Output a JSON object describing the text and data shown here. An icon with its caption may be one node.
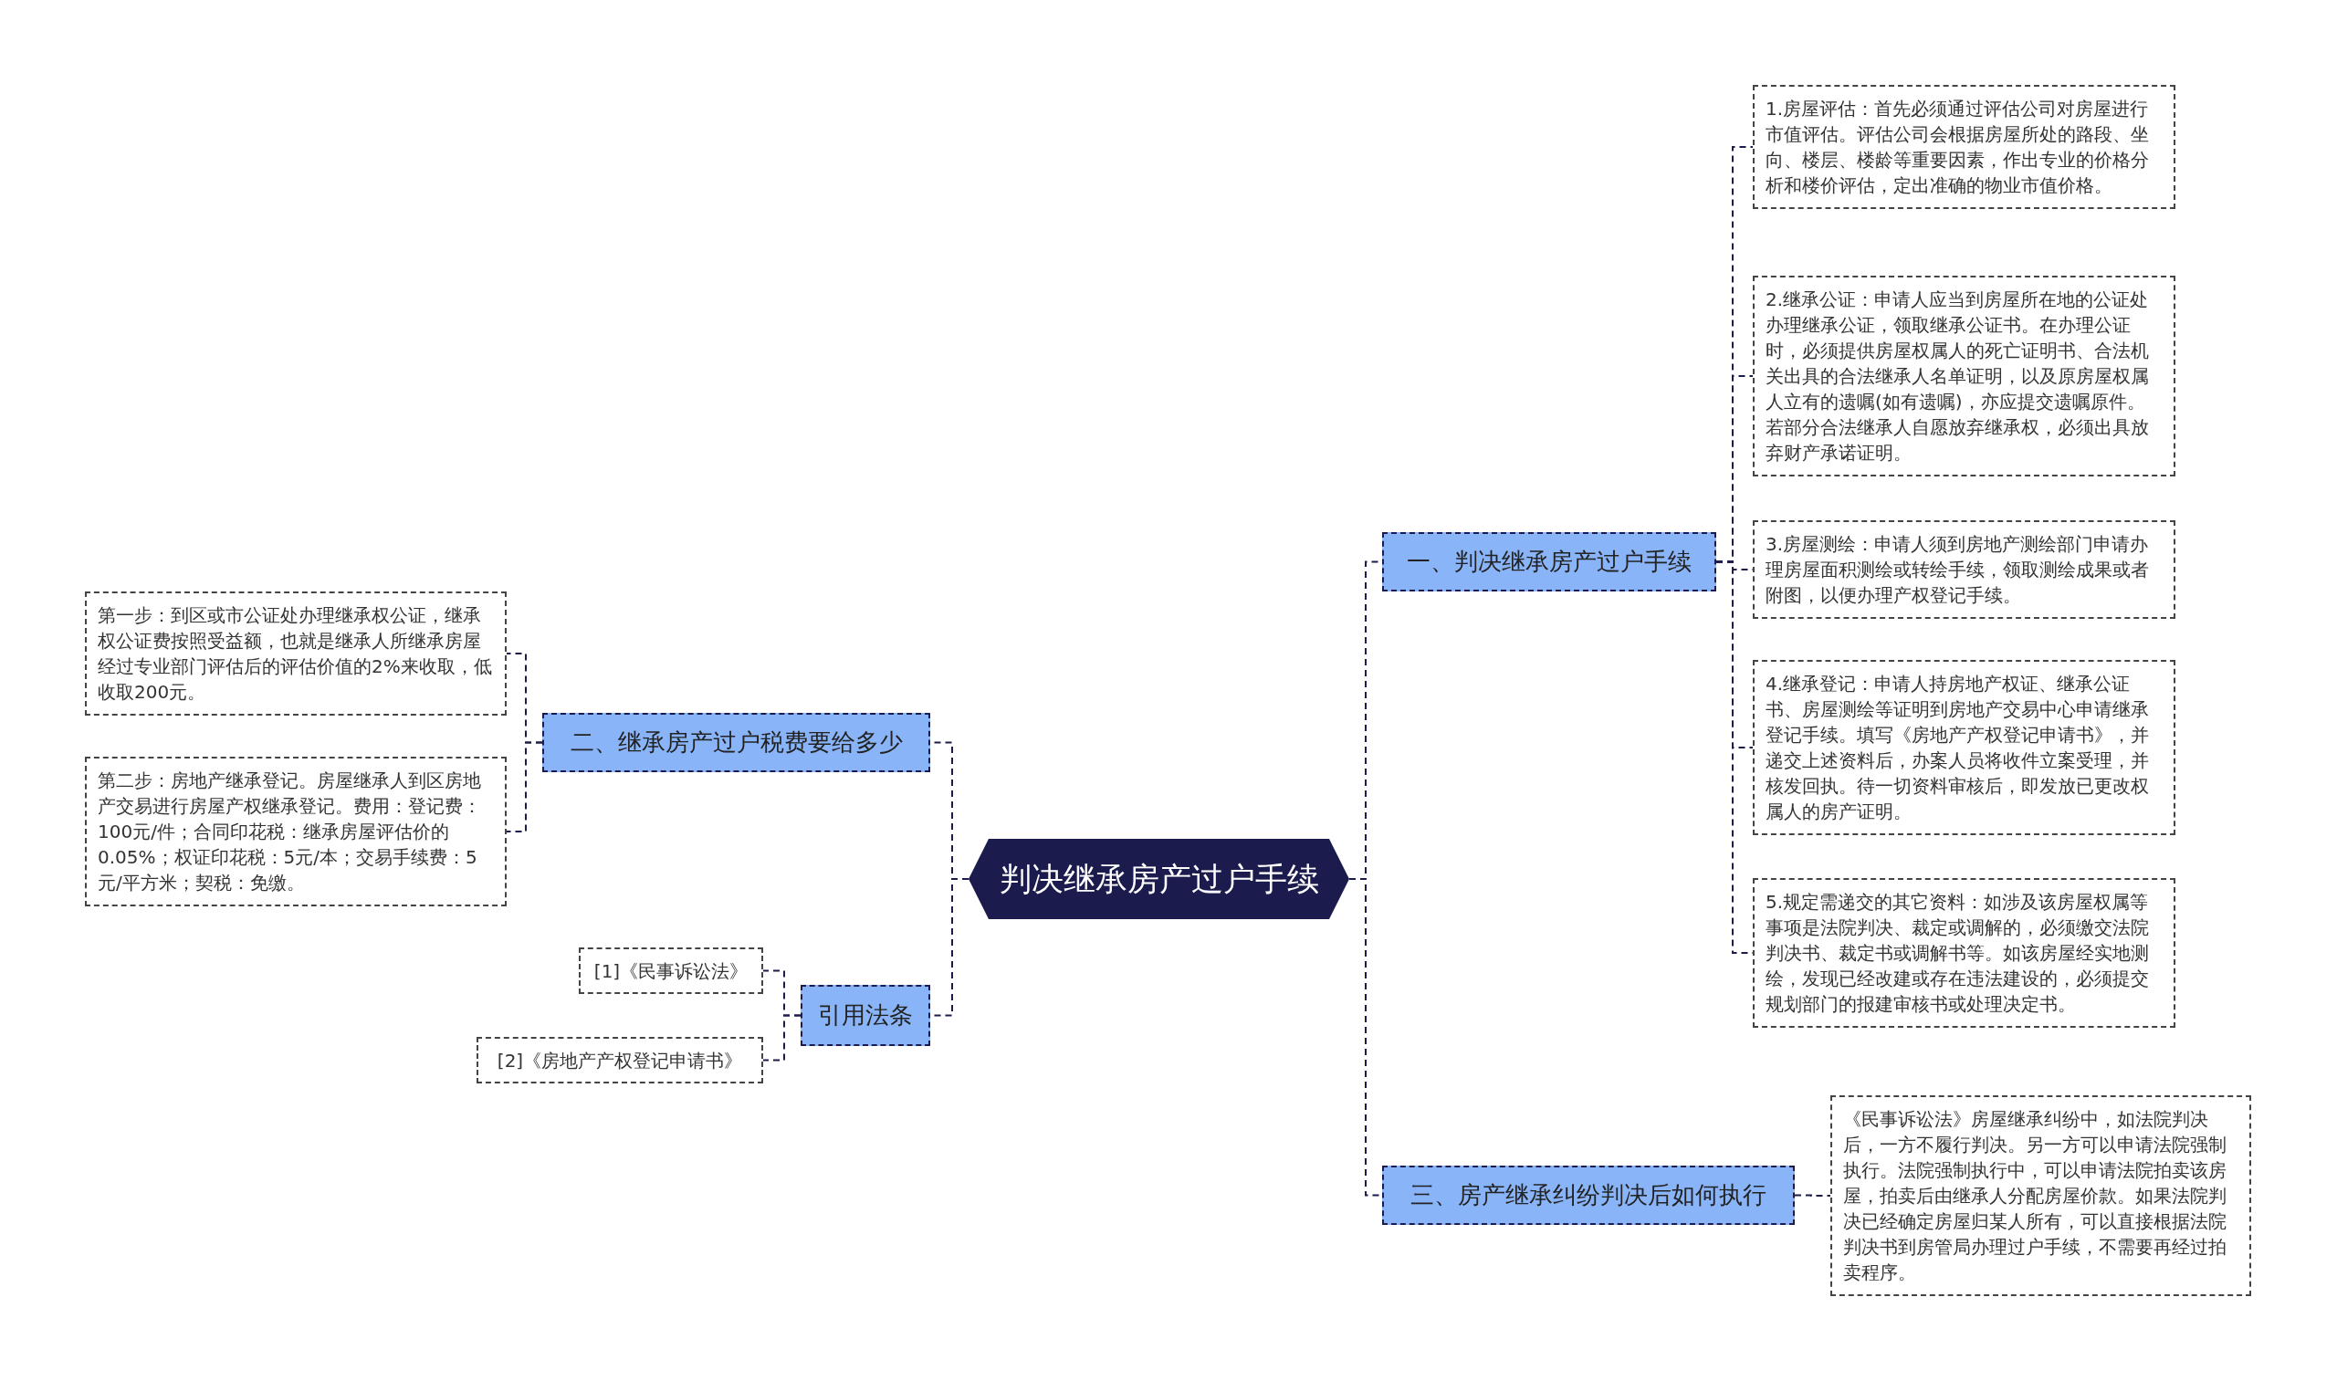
{
  "diagram": {
    "nodes": [
      {
        "text": [
          "判决继承房产过户手续"
        ]
      },
      {
        "text": [
          "一、判决继承房产过户手续"
        ]
      },
      {
        "text": [
          "1.房屋评估：首先必须通过评估公司对房屋进行市值评估。评估公司会根据房屋所处的路段、坐向、楼层、楼龄等重要因素，作出专业的价格分析和楼价评估，定出准确的物业市值价格。"
        ]
      },
      {
        "text": [
          "2.继承公证：申请人应当到房屋所在地的公证处办理继承公证，领取继承公证书。在办理公证时，必须提供房屋权属人的死亡证明书、合法机关出具的合法继承人名单证明，以及原房屋权属人立有的遗嘱(如有遗嘱)，亦应提交遗嘱原件。若部分合法继承人自愿放弃继承权，必须出具放弃财产承诺证明。"
        ]
      },
      {
        "text": [
          "3.房屋测绘：申请人须到房地产测绘部门申请办理房屋面积测绘或转绘手续，领取测绘成果或者附图，以便办理产权登记手续。"
        ]
      },
      {
        "text": [
          "4.继承登记：申请人持房地产权证、继承公证书、房屋测绘等证明到房地产交易中心申请继承登记手续。填写《房地产产权登记申请书》，并递交上述资料后，办案人员将收件立案受理，并核发回执。待一切资料审核后，即发放已更改权属人的房产证明。"
        ]
      },
      {
        "text": [
          "5.规定需递交的其它资料：如涉及该房屋权属等事项是法院判决、裁定或调解的，必须缴交法院判决书、裁定书或调解书等。如该房屋经实地测绘，发现已经改建或存在违法建设的，必须提交规划部门的报建审核书或处理决定书。"
        ]
      },
      {
        "text": [
          "二、继承房产过户税费要给多少"
        ]
      },
      {
        "text": [
          "第一步：到区或市公证处办理继承权公证，继承权公证费按照受益额，也就是继承人所继承房屋经过专业部门评估后的评估价值的2%来收取，低收取200元。"
        ]
      },
      {
        "text": [
          "第二步：房地产继承登记。房屋继承人到区房地产交易进行房屋产权继承登记。费用：登记费：100元/件；合同印花税：继承房屋评估价的0.05%；权证印花税：5元/本；交易手续费：5元/平方米；契税：免缴。"
        ]
      },
      {
        "text": [
          "引用法条"
        ]
      },
      {
        "text": [
          "[1]《民事诉讼法》"
        ]
      },
      {
        "text": [
          "[2]《房地产产权登记申请书》"
        ]
      },
      {
        "text": [
          "三、房产继承纠纷判决后如何执行"
        ]
      },
      {
        "text": [
          "《民事诉讼法》房屋继承纠纷中，如法院判决后，一方不履行判决。另一方可以申请法院强制执行。法院强制执行中，可以申请法院拍卖该房屋，拍卖后由继承人分配房屋价款。如果法院判决已经确定房屋归某人所有，可以直接根据法院判决书到房管局办理过户手续，不需要再经过拍卖程序。"
        ]
      }
    ],
    "edges": [
      {
        "from": 0,
        "to": 1,
        "arrow": "none"
      },
      {
        "from": 1,
        "to": 2,
        "arrow": "none"
      },
      {
        "from": 1,
        "to": 3,
        "arrow": "none"
      },
      {
        "from": 1,
        "to": 4,
        "arrow": "none"
      },
      {
        "from": 1,
        "to": 5,
        "arrow": "none"
      },
      {
        "from": 1,
        "to": 6,
        "arrow": "none"
      },
      {
        "from": 0,
        "to": 7,
        "arrow": "none"
      },
      {
        "from": 7,
        "to": 8,
        "arrow": "none"
      },
      {
        "from": 7,
        "to": 9,
        "arrow": "none"
      },
      {
        "from": 0,
        "to": 10,
        "arrow": "none"
      },
      {
        "from": 10,
        "to": 11,
        "arrow": "none"
      },
      {
        "from": 10,
        "to": 12,
        "arrow": "none"
      },
      {
        "from": 0,
        "to": 13,
        "arrow": "none"
      },
      {
        "from": 13,
        "to": 14,
        "arrow": "none"
      }
    ]
  }
}
